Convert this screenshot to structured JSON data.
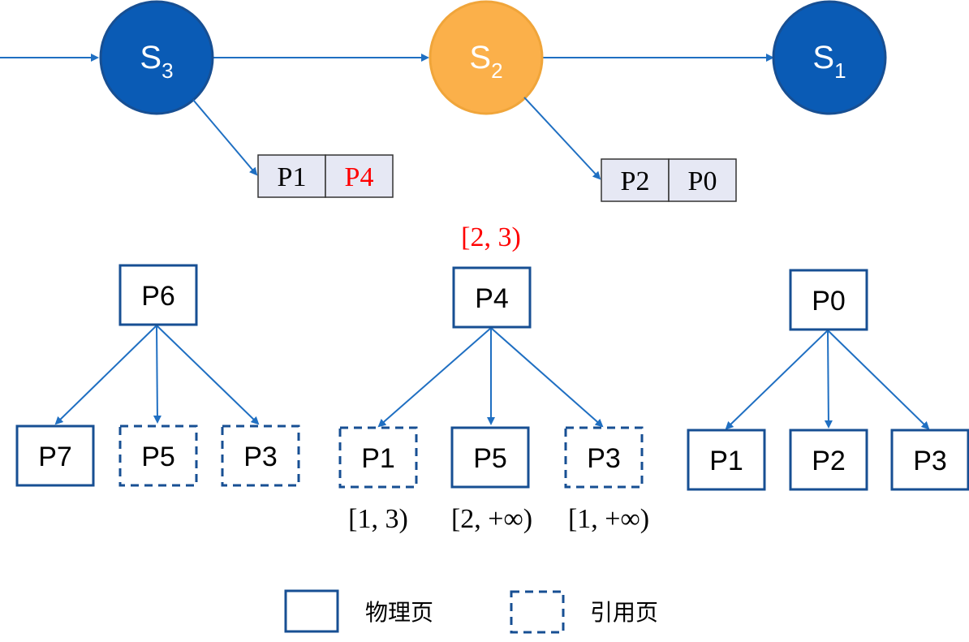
{
  "states": [
    {
      "id": "s3",
      "letter": "S",
      "sub": "3",
      "fill": "#0a5bb5",
      "stroke": "#174f93"
    },
    {
      "id": "s2",
      "letter": "S",
      "sub": "2",
      "fill": "#fbb04a",
      "stroke": "#f0a53a"
    },
    {
      "id": "s1",
      "letter": "S",
      "sub": "1",
      "fill": "#0a5bb5",
      "stroke": "#174f93"
    }
  ],
  "state_page_lists": [
    {
      "cells": [
        {
          "label": "P1",
          "color": "#000000"
        },
        {
          "label": "P4",
          "color": "#ff0000"
        }
      ]
    },
    {
      "cells": [
        {
          "label": "P2",
          "color": "#000000"
        },
        {
          "label": "P0",
          "color": "#000000"
        }
      ]
    }
  ],
  "trees": [
    {
      "root": "P6",
      "root_range": "",
      "children": [
        {
          "label": "P7",
          "dashed": false,
          "range": ""
        },
        {
          "label": "P5",
          "dashed": true,
          "range": ""
        },
        {
          "label": "P3",
          "dashed": true,
          "range": ""
        }
      ]
    },
    {
      "root": "P4",
      "root_range": "[2, 3)",
      "children": [
        {
          "label": "P1",
          "dashed": true,
          "range": "[1, 3)"
        },
        {
          "label": "P5",
          "dashed": false,
          "range": "[2, +∞)"
        },
        {
          "label": "P3",
          "dashed": true,
          "range": "[1, +∞)"
        }
      ]
    },
    {
      "root": "P0",
      "root_range": "",
      "children": [
        {
          "label": "P1",
          "dashed": false,
          "range": ""
        },
        {
          "label": "P2",
          "dashed": false,
          "range": ""
        },
        {
          "label": "P3",
          "dashed": false,
          "range": ""
        }
      ]
    }
  ],
  "legend": {
    "physical_label": "物理页",
    "reference_label": "引用页"
  },
  "colors": {
    "box_stroke": "#174f93",
    "arrow": "#1f6fc2",
    "cell_fill": "#e6e8f4",
    "range_highlight": "#ff0000"
  }
}
